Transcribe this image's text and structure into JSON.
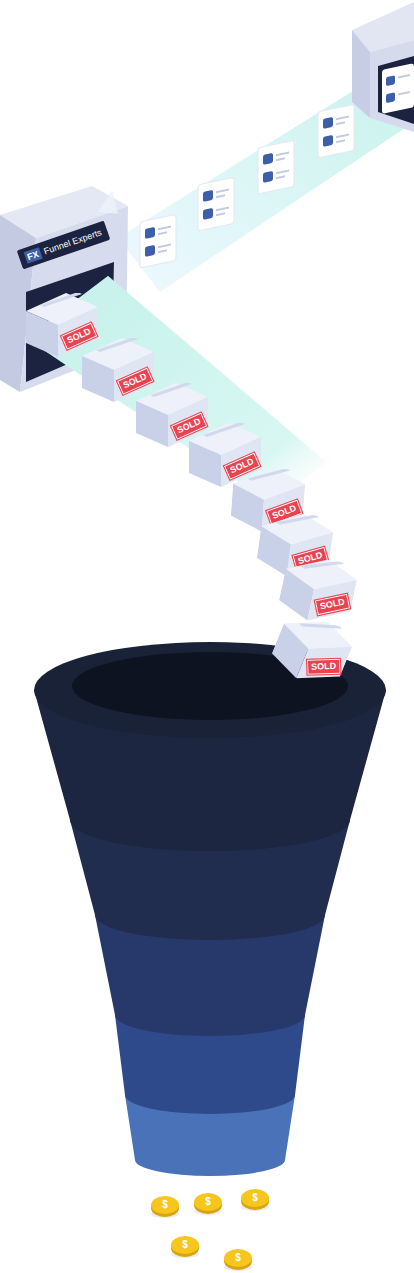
{
  "diagram": {
    "nodes": [
      {
        "text": [
          "FX",
          "Funnel Experts"
        ]
      },
      {
        "text": [
          "SOLD"
        ]
      },
      {
        "text": [
          "SOLD"
        ]
      },
      {
        "text": [
          "SOLD"
        ]
      },
      {
        "text": [
          "SOLD"
        ]
      },
      {
        "text": [
          "SOLD"
        ]
      },
      {
        "text": [
          "SOLD"
        ]
      },
      {
        "text": [
          "SOLD"
        ]
      },
      {
        "text": [
          "SOLD"
        ]
      },
      {
        "text": [
          "$"
        ]
      },
      {
        "text": [
          "$"
        ]
      },
      {
        "text": [
          "$"
        ]
      },
      {
        "text": [
          "$"
        ]
      },
      {
        "text": [
          "$"
        ]
      }
    ]
  }
}
